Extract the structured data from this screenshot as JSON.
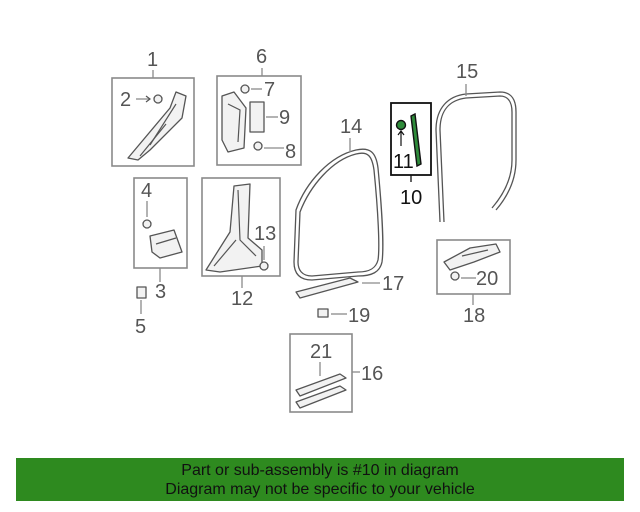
{
  "labels": {
    "p1": "1",
    "p2": "2",
    "p3": "3",
    "p4": "4",
    "p5": "5",
    "p6": "6",
    "p7": "7",
    "p8": "8",
    "p9": "9",
    "p10": "10",
    "p11": "11",
    "p12": "12",
    "p13": "13",
    "p14": "14",
    "p15": "15",
    "p16": "16",
    "p17": "17",
    "p18": "18",
    "p19": "19",
    "p20": "20",
    "p21": "21"
  },
  "banner": {
    "line1": "Part or sub-assembly is #10 in diagram",
    "line2": "Diagram may not be specific to your vehicle"
  },
  "colors": {
    "highlight": "#2e8b3a",
    "banner_bg": "#2e8a1f"
  }
}
